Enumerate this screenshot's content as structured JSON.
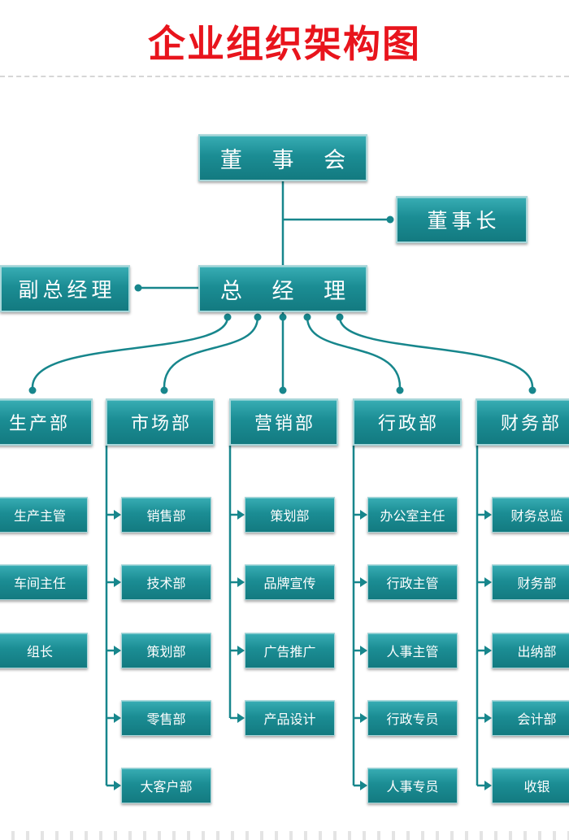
{
  "title": "企业组织架构图",
  "board": "董 事 会",
  "chairman": "董事长",
  "gm": "总 经 理",
  "deputy_gm": "副总经理",
  "departments": [
    {
      "name": "生产部",
      "subs": [
        "生产主管",
        "车间主任",
        "组长"
      ]
    },
    {
      "name": "市场部",
      "subs": [
        "销售部",
        "技术部",
        "策划部",
        "零售部",
        "大客户部"
      ]
    },
    {
      "name": "营销部",
      "subs": [
        "策划部",
        "品牌宣传",
        "广告推广",
        "产品设计"
      ]
    },
    {
      "name": "行政部",
      "subs": [
        "办公室主任",
        "行政主管",
        "人事主管",
        "行政专员",
        "人事专员"
      ]
    },
    {
      "name": "财务部",
      "subs": [
        "财务总监",
        "财务部",
        "出纳部",
        "会计部",
        "收银"
      ]
    }
  ],
  "colors": {
    "title": "#e8141c",
    "box_top": "#38adb4",
    "box_bottom": "#137a80",
    "line": "#17868c"
  }
}
